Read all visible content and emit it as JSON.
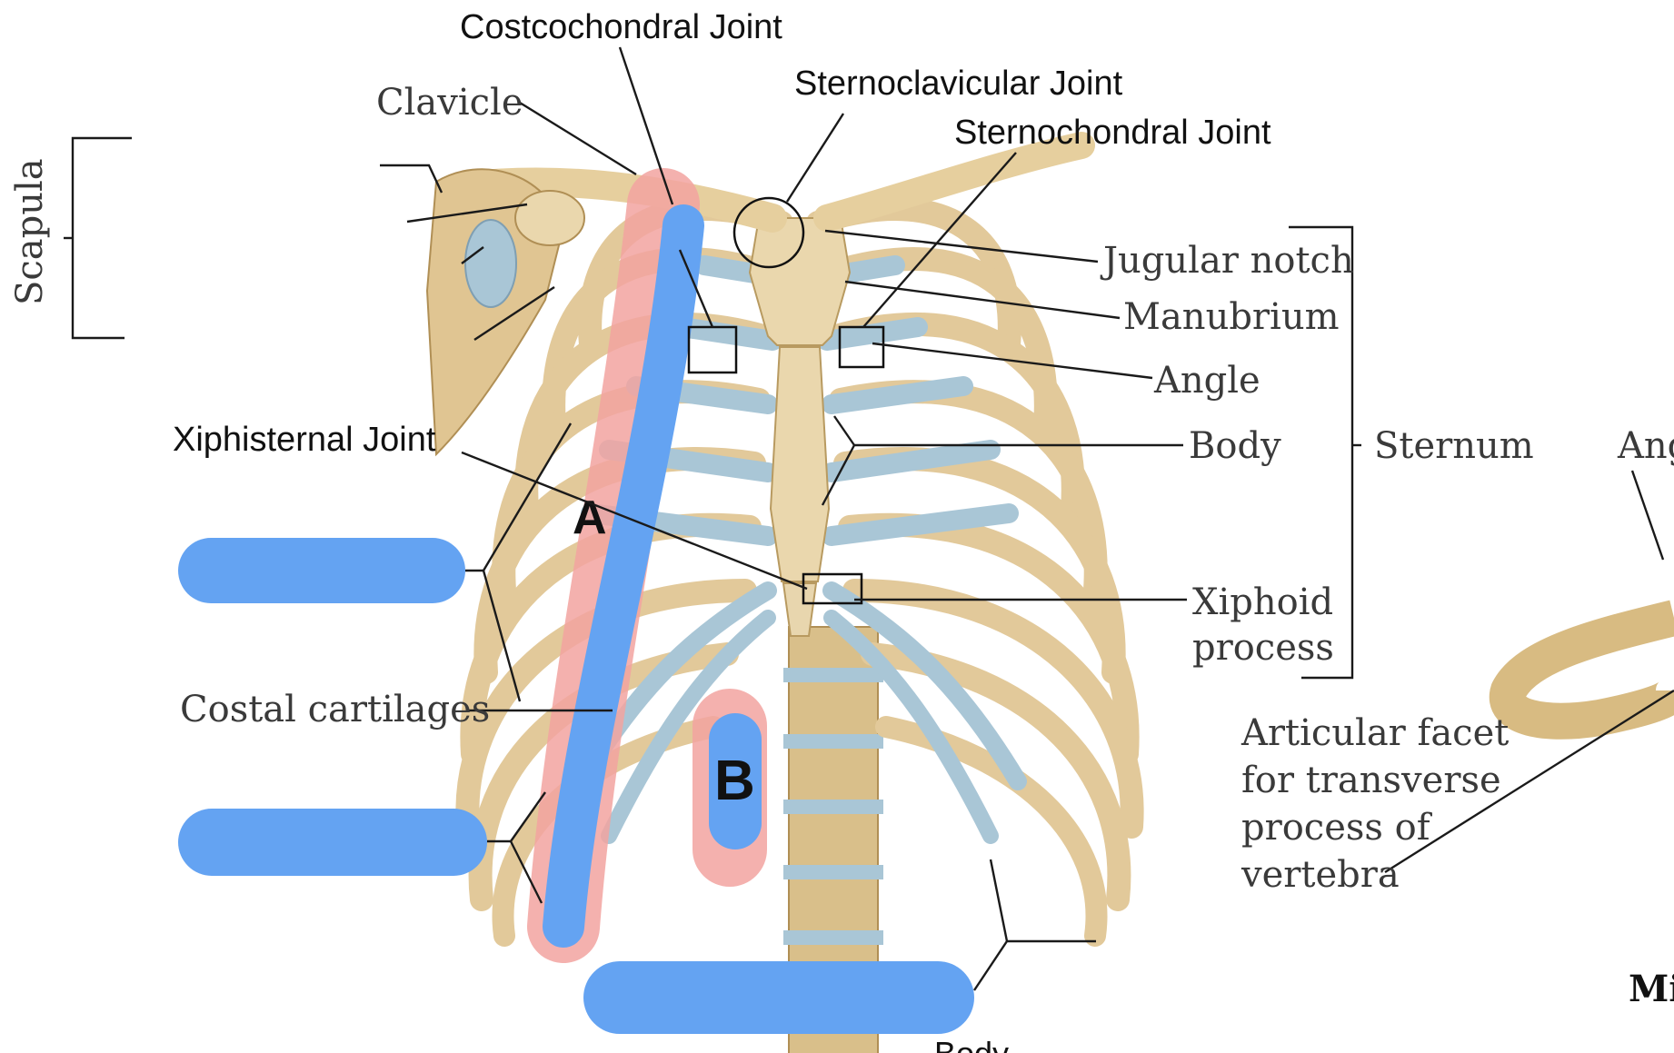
{
  "labels": {
    "costochondral_joint": "Costcochondral Joint",
    "sternoclavicular_joint": "Sternoclavicular Joint",
    "sternochondral_joint": "Sternochondral Joint",
    "xiphisternal_joint": "Xiphisternal Joint",
    "clavicle": "Clavicle",
    "scapula": "Scapula",
    "jugular_notch": "Jugular notch",
    "manubrium": "Manubrium",
    "angle": "Angle",
    "body": "Body",
    "sternum": "Sternum",
    "xiphoid_line1": "Xiphoid",
    "xiphoid_line2": "process",
    "costal_cartilages": "Costal cartilages",
    "articular_line1": "Articular facet",
    "articular_line2": "for transverse",
    "articular_line3": "process of",
    "articular_line4": "vertebra",
    "angle_partial": "Ang",
    "mi_partial": "Mi",
    "body_partial": "Body",
    "marker_a": "A",
    "marker_b": "B"
  },
  "colors": {
    "bone": "#e6cf9e",
    "bone_shade": "#c9a86c",
    "cartilage": "#a9c6d6",
    "highlight_blue": "#64a3f2",
    "highlight_pink": "#f2a3a0",
    "ink": "#1a1a1a"
  }
}
